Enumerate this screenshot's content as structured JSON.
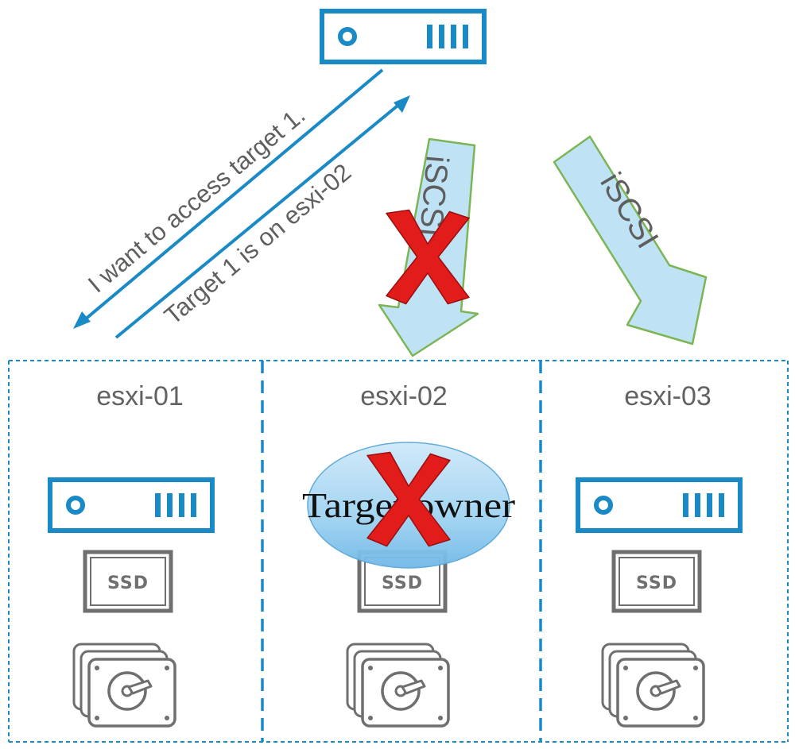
{
  "diagram": {
    "colors": {
      "accent_blue": "#1a8ac6",
      "ssd_gray": "#6f6f6f",
      "arrow_fill": "#bfe3f5",
      "arrow_stroke": "#7cb554",
      "cross_red": "#e21b1b",
      "owner_ellipse": "#8fcdf0"
    },
    "messages": {
      "request": "I want to access target 1.",
      "reply": "Target 1 is on esxi-02"
    },
    "paths": [
      {
        "label": "iSCSI",
        "blocked": true
      },
      {
        "label": "iSCSI",
        "blocked": false
      }
    ],
    "hosts": [
      {
        "name": "esxi-01",
        "ssd_label": "SSD"
      },
      {
        "name": "esxi-02",
        "ssd_label": "SSD",
        "badge": "Target owner",
        "badge_blocked": true
      },
      {
        "name": "esxi-03",
        "ssd_label": "SSD"
      }
    ],
    "icons": [
      "server-icon",
      "ssd-icon",
      "hdd-stack-icon",
      "blocked-cross-icon"
    ]
  }
}
